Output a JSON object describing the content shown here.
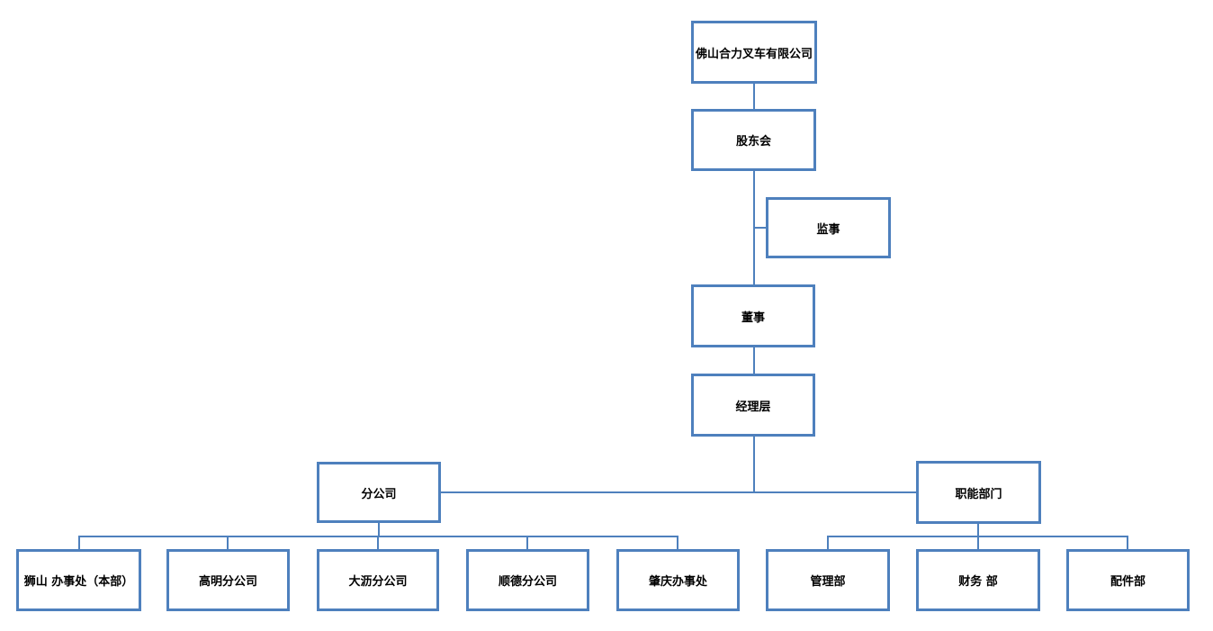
{
  "org": {
    "accent_color": "#4E80BD",
    "background_color": "#FFFFFF",
    "nodes": {
      "company": {
        "label": "佛山合力叉车有限公司"
      },
      "shareholders": {
        "label": "股东会"
      },
      "supervisor": {
        "label": "监事"
      },
      "director": {
        "label": "董事"
      },
      "management": {
        "label": "经理层"
      },
      "branches": {
        "label": "分公司"
      },
      "functional": {
        "label": "职能部门"
      },
      "shishan": {
        "label": "狮山 办事处（本部）"
      },
      "gaoming": {
        "label": "高明分公司"
      },
      "dali": {
        "label": "大沥分公司"
      },
      "shunde": {
        "label": "顺德分公司"
      },
      "zhaoqing": {
        "label": "肇庆办事处"
      },
      "admin": {
        "label": "管理部"
      },
      "finance": {
        "label": "财务 部"
      },
      "parts": {
        "label": "配件部"
      }
    },
    "edges": [
      {
        "from": "company",
        "to": "shareholders"
      },
      {
        "from": "shareholders",
        "to": "supervisor"
      },
      {
        "from": "shareholders",
        "to": "director"
      },
      {
        "from": "director",
        "to": "management"
      },
      {
        "from": "management",
        "to": "branches"
      },
      {
        "from": "management",
        "to": "functional"
      },
      {
        "from": "branches",
        "to": "shishan"
      },
      {
        "from": "branches",
        "to": "gaoming"
      },
      {
        "from": "branches",
        "to": "dali"
      },
      {
        "from": "branches",
        "to": "shunde"
      },
      {
        "from": "branches",
        "to": "zhaoqing"
      },
      {
        "from": "functional",
        "to": "admin"
      },
      {
        "from": "functional",
        "to": "finance"
      },
      {
        "from": "functional",
        "to": "parts"
      }
    ]
  }
}
